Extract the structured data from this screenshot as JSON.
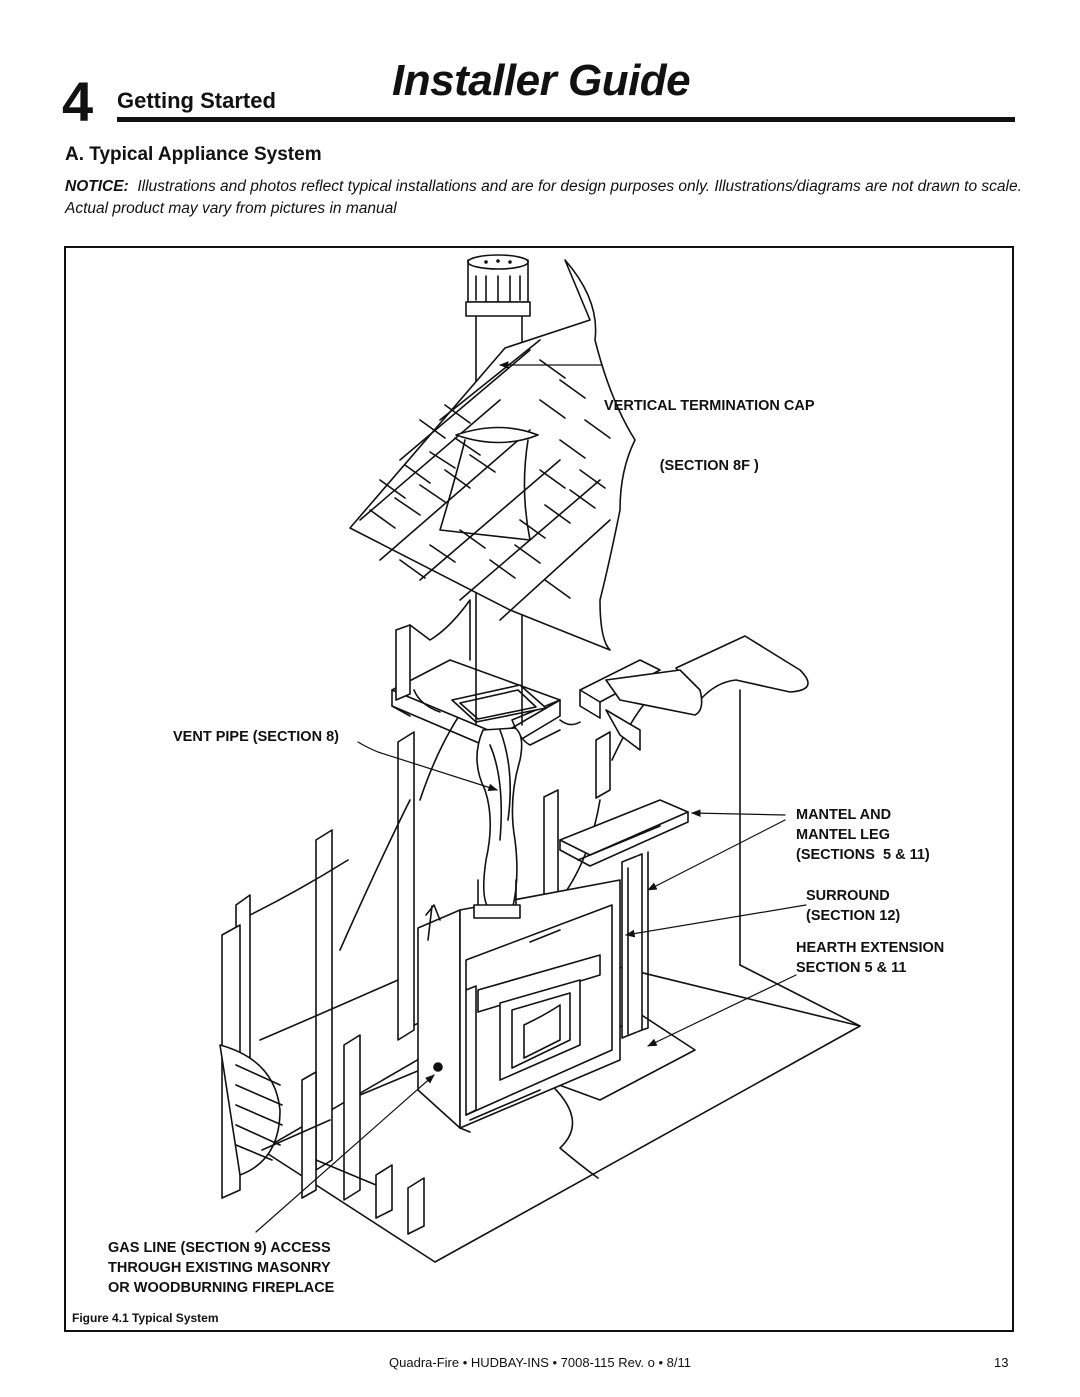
{
  "header": {
    "chapter_number": "4",
    "chapter_title": "Getting Started",
    "guide_title": "Installer Guide"
  },
  "section": {
    "title": "A. Typical Appliance System"
  },
  "notice": {
    "prefix": "NOTICE:",
    "text": "Illustrations and photos reflect typical installations and are for design purposes only. Illustrations/diagrams are not drawn to scale. Actual product may vary from pictures in manual"
  },
  "figure": {
    "labels": {
      "termination_cap_line1": "VERTICAL TERMINATION CAP",
      "termination_cap_line2": "(SECTION 8F )",
      "vent_pipe": "VENT PIPE (SECTION 8)",
      "mantel": "MANTEL AND\nMANTEL LEG\n(SECTIONS  5 & 11)",
      "surround": "SURROUND\n(SECTION 12)",
      "hearth": "HEARTH EXTENSION\nSECTION 5 & 11",
      "gas_line": "GAS LINE (SECTION 9) ACCESS\nTHROUGH EXISTING MASONRY\nOR WOODBURNING FIREPLACE"
    },
    "caption": "Figure 4.1  Typical System"
  },
  "footer": {
    "center": "Quadra-Fire  •  HUDBAY-INS  •  7008-115 Rev. o  •  8/11",
    "page_number": "13"
  }
}
